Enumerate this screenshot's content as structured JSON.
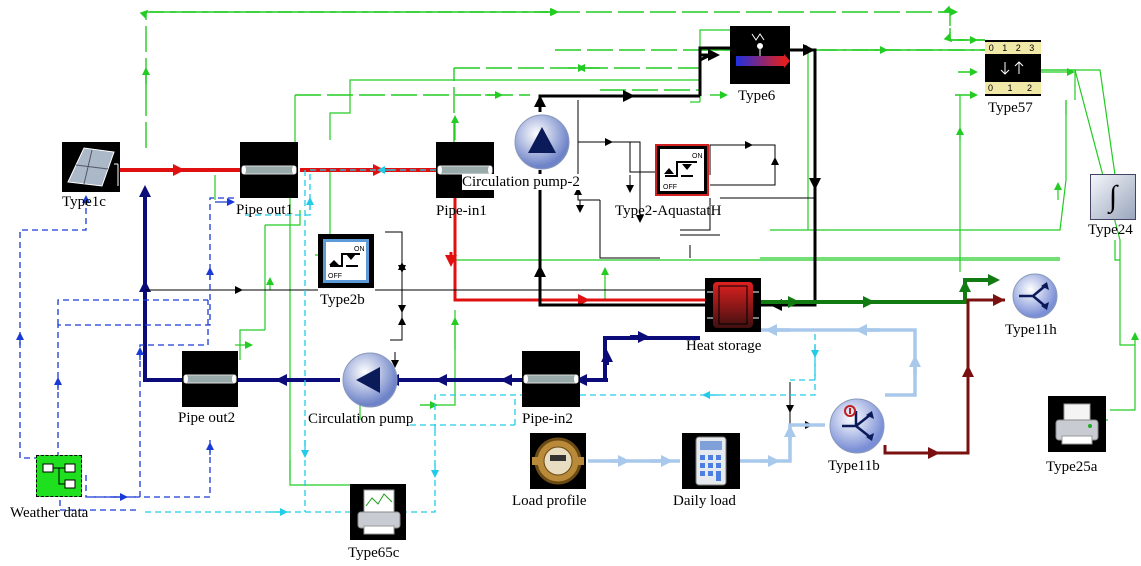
{
  "components": {
    "type1c": {
      "label": "Type1c",
      "icon": "solar-collector-icon"
    },
    "pipe_out1": {
      "label": "Pipe out1",
      "icon": "pipe-icon"
    },
    "pipe_in1": {
      "label": "Pipe-in1",
      "icon": "pipe-icon"
    },
    "circulation_pump_2": {
      "label": "Circulation pump-2",
      "icon": "pump-icon"
    },
    "type2_aquastat": {
      "label": "Type2-AquastatH",
      "icon": "controller-icon",
      "on_text": "ON",
      "off_text": "OFF"
    },
    "type6": {
      "label": "Type6",
      "icon": "auxiliary-heater-icon"
    },
    "type57": {
      "label": "Type57",
      "icon": "unit-converter-icon",
      "top_scale": "0 1 2 3",
      "bottom_scale": "0 1 2"
    },
    "type24": {
      "label": "Type24",
      "icon": "integrator-icon",
      "symbol": "∫"
    },
    "type2b": {
      "label": "Type2b",
      "icon": "controller-icon",
      "on_text": "ON",
      "off_text": "OFF"
    },
    "heat_storage": {
      "label": "Heat storage",
      "icon": "storage-tank-icon"
    },
    "type11h": {
      "label": "Type11h",
      "icon": "diverter-icon"
    },
    "pipe_out2": {
      "label": "Pipe out2",
      "icon": "pipe-icon"
    },
    "circulation_pump": {
      "label": "Circulation pump",
      "icon": "pump-icon"
    },
    "pipe_in2": {
      "label": "Pipe-in2",
      "icon": "pipe-icon"
    },
    "type11b": {
      "label": "Type11b",
      "icon": "mixing-valve-icon"
    },
    "type25a": {
      "label": "Type25a",
      "icon": "printer-icon"
    },
    "weather_data": {
      "label": "Weather data",
      "icon": "weather-data-icon"
    },
    "load_profile": {
      "label": "Load profile",
      "icon": "meter-icon"
    },
    "daily_load": {
      "label": "Daily load",
      "icon": "calculator-icon"
    },
    "type65c": {
      "label": "Type65c",
      "icon": "online-plotter-icon"
    }
  },
  "colors": {
    "hot_loop": "#e01010",
    "cold_loop": "#0b0b7a",
    "storage_loop": "#000000",
    "load_out": "#117a11",
    "load_return": "#7a1010",
    "load_supply": "#a8c8ec",
    "control": "#22cc22",
    "weather": "#1a3ad8",
    "plot": "#22cce8"
  }
}
